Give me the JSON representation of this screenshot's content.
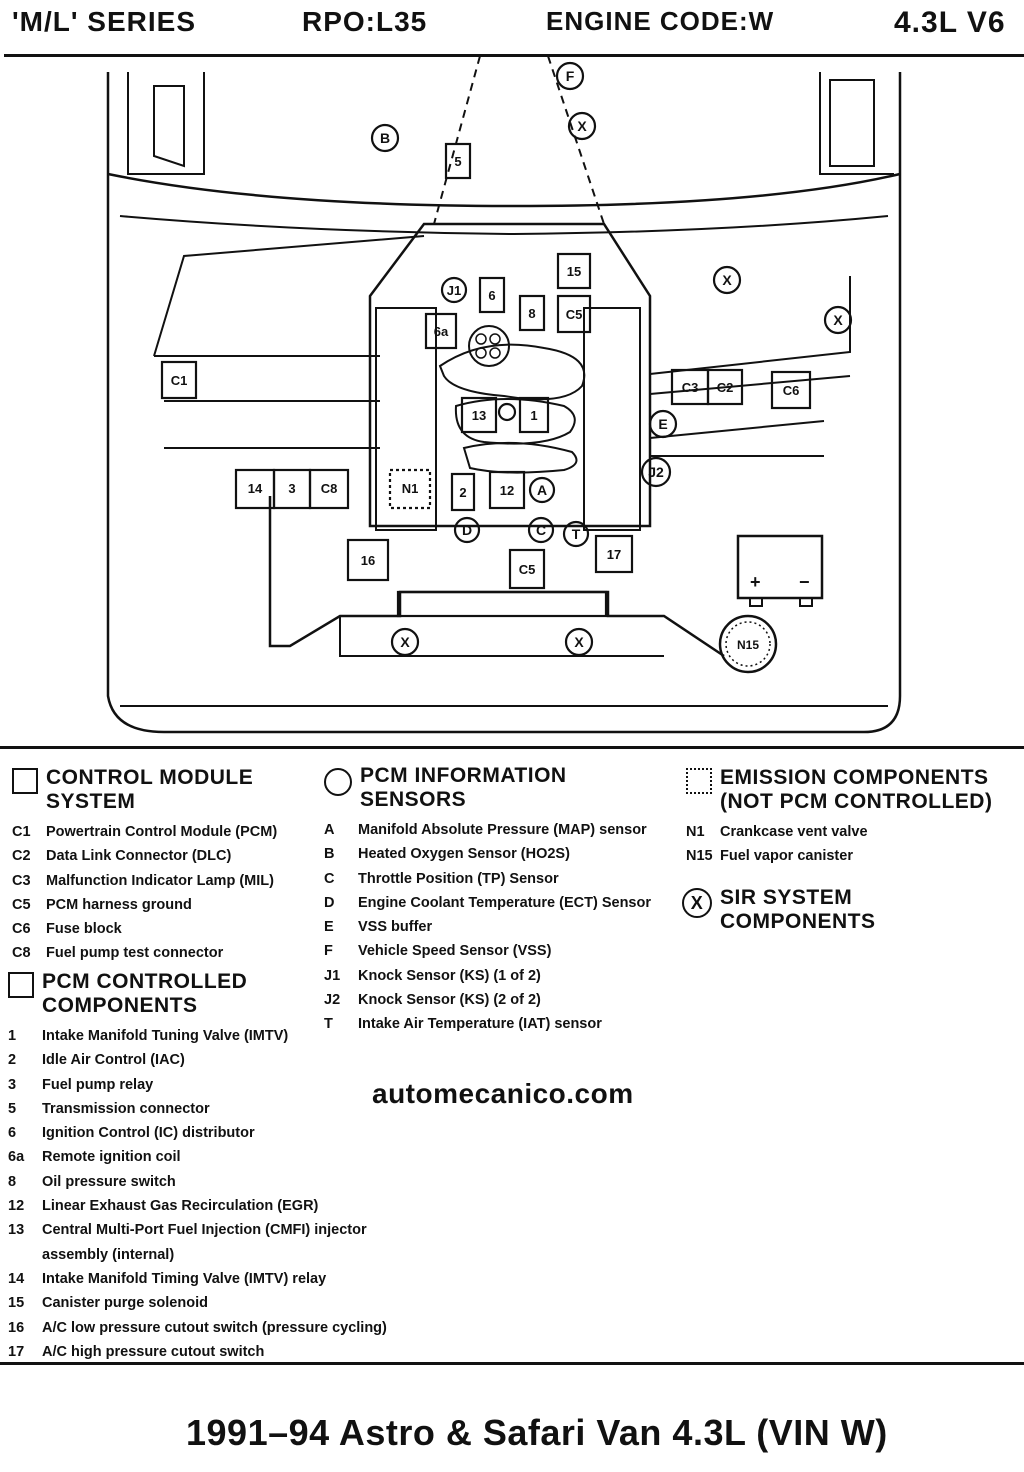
{
  "header": {
    "series": "'M/L' SERIES",
    "rpo": "RPO:L35",
    "engine_code": "ENGINE CODE:W",
    "engine": "4.3L V6"
  },
  "diagram": {
    "labels": [
      "F",
      "X",
      "B",
      "5",
      "15",
      "J1",
      "6",
      "8",
      "C5",
      "6a",
      "X",
      "X",
      "C1",
      "C3",
      "C2",
      "C6",
      "E",
      "13",
      "1",
      "J2",
      "14",
      "3",
      "C8",
      "N1",
      "2",
      "12",
      "A",
      "D",
      "C",
      "T",
      "17",
      "16",
      "C5",
      "X",
      "X",
      "N15",
      "+",
      "−"
    ]
  },
  "legend": {
    "control_module": {
      "title_line1": "CONTROL MODULE",
      "title_line2": "SYSTEM",
      "items": [
        {
          "key": "C1",
          "label": "Powertrain Control Module (PCM)"
        },
        {
          "key": "C2",
          "label": "Data Link Connector (DLC)"
        },
        {
          "key": "C3",
          "label": "Malfunction Indicator Lamp (MIL)"
        },
        {
          "key": "C5",
          "label": "PCM harness ground"
        },
        {
          "key": "C6",
          "label": "Fuse block"
        },
        {
          "key": "C8",
          "label": "Fuel pump test connector"
        }
      ]
    },
    "pcm_controlled": {
      "title_line1": "PCM CONTROLLED",
      "title_line2": "COMPONENTS",
      "items": [
        {
          "key": "1",
          "label": "Intake Manifold Tuning Valve (IMTV)"
        },
        {
          "key": "2",
          "label": "Idle Air Control (IAC)"
        },
        {
          "key": "3",
          "label": "Fuel pump relay"
        },
        {
          "key": "5",
          "label": "Transmission connector"
        },
        {
          "key": "6",
          "label": "Ignition Control (IC) distributor"
        },
        {
          "key": "6a",
          "label": "Remote ignition coil"
        },
        {
          "key": "8",
          "label": "Oil pressure switch"
        },
        {
          "key": "12",
          "label": "Linear Exhaust Gas Recirculation (EGR)"
        },
        {
          "key": "13",
          "label": "Central Multi-Port Fuel Injection (CMFI) injector"
        },
        {
          "key": "",
          "label": "assembly (internal)"
        },
        {
          "key": "14",
          "label": "Intake Manifold Timing Valve (IMTV) relay"
        },
        {
          "key": "15",
          "label": "Canister purge solenoid"
        },
        {
          "key": "16",
          "label": "A/C low pressure cutout switch (pressure cycling)"
        },
        {
          "key": "17",
          "label": "A/C high pressure cutout switch"
        }
      ]
    },
    "pcm_sensors": {
      "title_line1": "PCM INFORMATION",
      "title_line2": "SENSORS",
      "items": [
        {
          "key": "A",
          "label": "Manifold Absolute Pressure (MAP) sensor"
        },
        {
          "key": "B",
          "label": "Heated Oxygen Sensor (HO2S)"
        },
        {
          "key": "C",
          "label": "Throttle Position (TP) Sensor"
        },
        {
          "key": "D",
          "label": "Engine Coolant Temperature (ECT) Sensor"
        },
        {
          "key": "E",
          "label": "VSS buffer"
        },
        {
          "key": "F",
          "label": "Vehicle Speed Sensor (VSS)"
        },
        {
          "key": "J1",
          "label": "Knock Sensor (KS) (1 of 2)"
        },
        {
          "key": "J2",
          "label": "Knock Sensor (KS) (2 of 2)"
        },
        {
          "key": "T",
          "label": "Intake Air Temperature (IAT) sensor"
        }
      ]
    },
    "emission": {
      "title_line1": "EMISSION COMPONENTS",
      "title_line2": "(NOT PCM CONTROLLED)",
      "items": [
        {
          "key": "N1",
          "label": "Crankcase vent valve"
        },
        {
          "key": "N15",
          "label": "Fuel vapor canister"
        }
      ]
    },
    "sir": {
      "symbol": "X",
      "title_line1": "SIR SYSTEM",
      "title_line2": "COMPONENTS"
    }
  },
  "watermark": "automecanico.com",
  "footer_title": "1991–94 Astro & Safari Van 4.3L (VIN W)"
}
